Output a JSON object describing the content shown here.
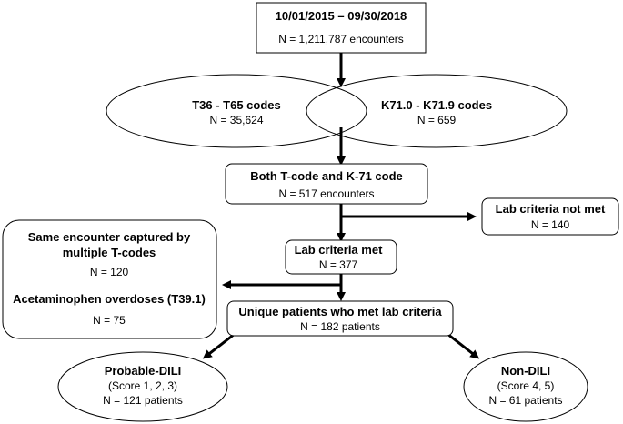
{
  "flowchart": {
    "date_box": {
      "title": "10/01/2015 – 09/30/2018",
      "count": "N = 1,211,787 encounters"
    },
    "t_codes": {
      "title": "T36 - T65 codes",
      "count": "N = 35,624"
    },
    "k_codes": {
      "title": "K71.0 - K71.9 codes",
      "count": "N = 659"
    },
    "both_codes": {
      "title": "Both T-code and K-71 code",
      "count": "N = 517 encounters"
    },
    "lab_not_met": {
      "title": "Lab criteria not met",
      "count": "N = 140"
    },
    "lab_met": {
      "title": "Lab criteria met",
      "count": "N = 377"
    },
    "exclusions": {
      "line1": "Same encounter captured by",
      "line2": "multiple T-codes",
      "count1": "N = 120",
      "title2": "Acetaminophen overdoses (T39.1)",
      "count2": "N = 75"
    },
    "unique_patients": {
      "title": "Unique patients who met lab criteria",
      "count": "N = 182 patients"
    },
    "probable_dili": {
      "title": "Probable-DILI",
      "score": "(Score 1, 2, 3)",
      "count": "N = 121 patients"
    },
    "non_dili": {
      "title": "Non-DILI",
      "score": "(Score 4, 5)",
      "count": "N = 61 patients"
    }
  }
}
